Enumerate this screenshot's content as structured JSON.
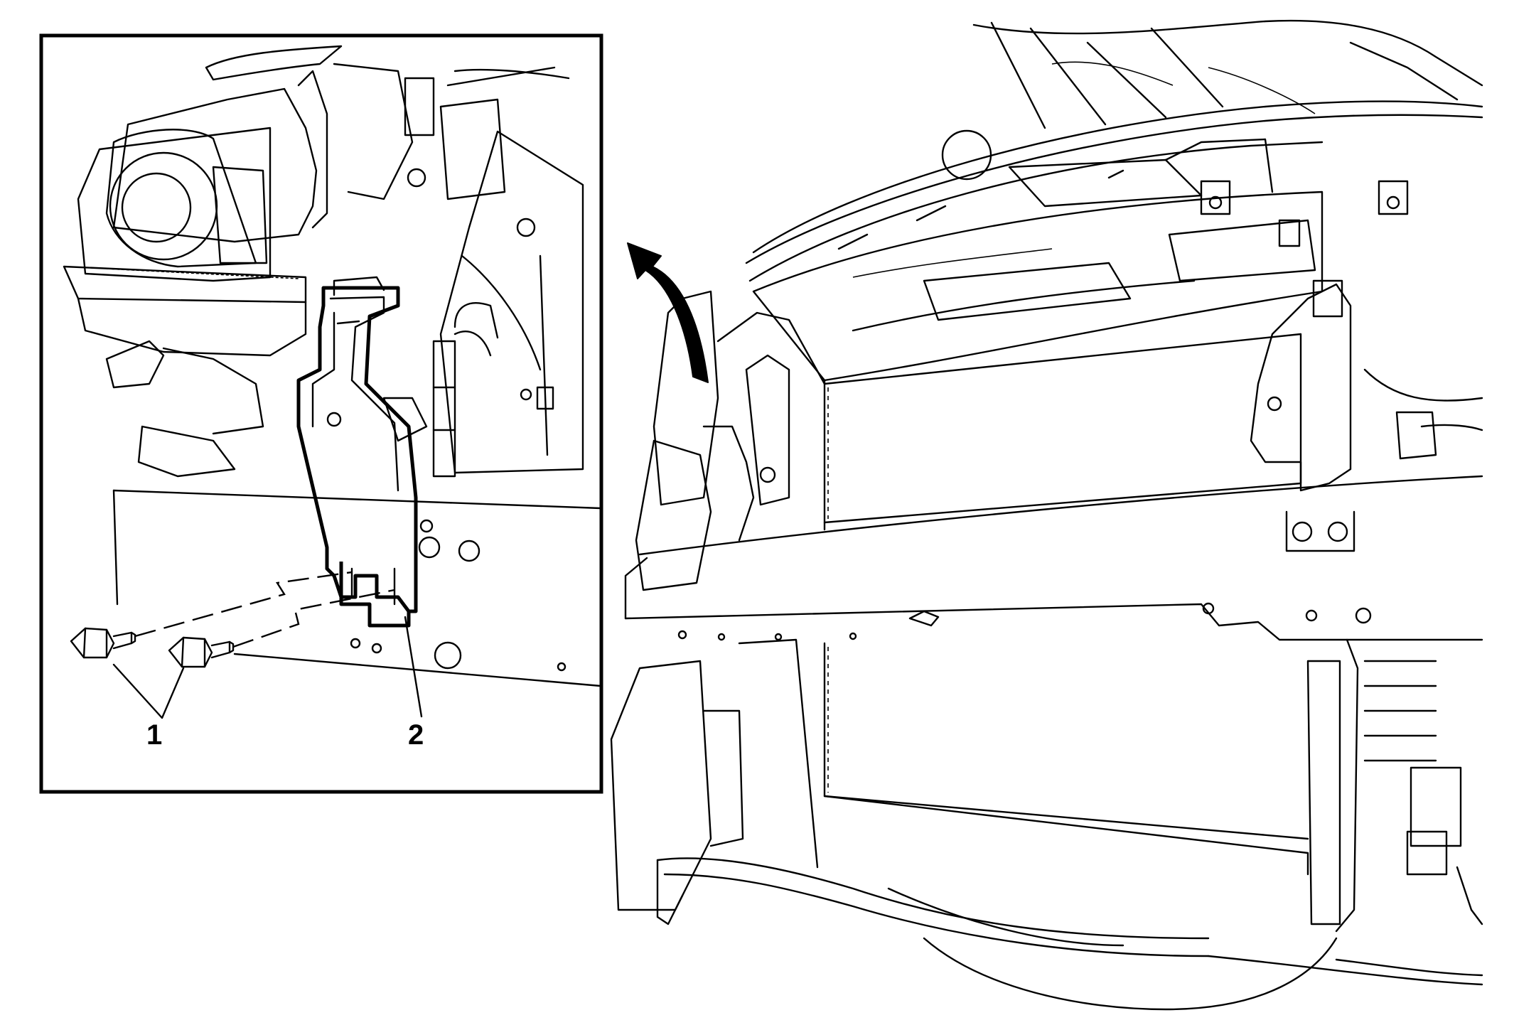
{
  "figure": {
    "callouts": [
      {
        "id": "1",
        "label": "1"
      },
      {
        "id": "2",
        "label": "2"
      }
    ],
    "colors": {
      "ink": "#000000",
      "paper": "#ffffff"
    },
    "icons": [
      "curved-arrow-icon"
    ]
  }
}
